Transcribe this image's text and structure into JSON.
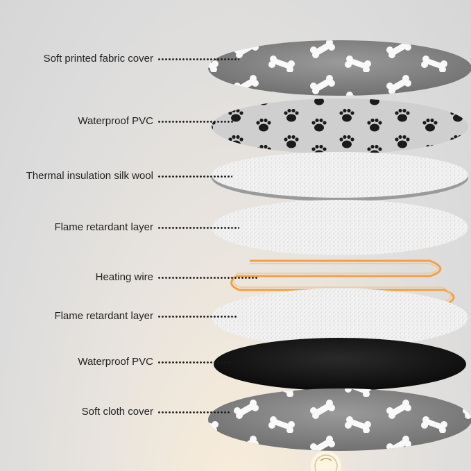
{
  "layers": [
    {
      "label": "Soft printed fabric cover",
      "icon": "bone-pattern-fabric"
    },
    {
      "label": "Waterproof PVC",
      "icon": "paw-print-pattern"
    },
    {
      "label": "Thermal insulation silk wool",
      "icon": "white-wool-texture"
    },
    {
      "label": "Flame retardant layer",
      "icon": "white-fiber-texture"
    },
    {
      "label": "Heating wire",
      "icon": "orange-heating-coil"
    },
    {
      "label": "Flame retardant layer",
      "icon": "white-fiber-texture"
    },
    {
      "label": "Waterproof PVC",
      "icon": "black-sheet"
    },
    {
      "label": "Soft cloth cover",
      "icon": "bone-pattern-fabric"
    }
  ],
  "colors": {
    "fabric_gray": "#8d8d8d",
    "pvc_light": "#d2d2d2",
    "wool_white": "#f1f1f1",
    "coil_orange": "#f0a04a",
    "pvc_black": "#121212",
    "text": "#1f1f1f"
  }
}
